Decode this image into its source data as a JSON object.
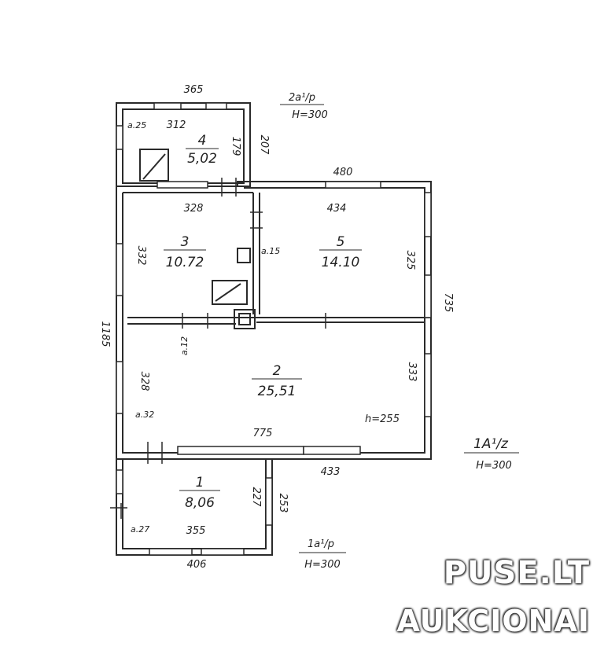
{
  "rooms": [
    {
      "number": "4",
      "area": "5,02"
    },
    {
      "number": "3",
      "area": "10.72"
    },
    {
      "number": "5",
      "area": "14.10"
    },
    {
      "number": "2",
      "area": "25,51"
    },
    {
      "number": "1",
      "area": "8,06"
    }
  ],
  "dimensions": {
    "top_width_small": "365",
    "inner_312": "312",
    "d_179": "179",
    "d_207": "207",
    "d_480": "480",
    "d_328_top": "328",
    "d_434": "434",
    "d_332": "332",
    "d_325": "325",
    "d_735": "735",
    "d_1185": "1185",
    "d_328_left": "328",
    "d_333": "333",
    "d_775": "775",
    "d_433": "433",
    "d_227": "227",
    "d_253": "253",
    "d_355": "355",
    "d_406": "406"
  },
  "notes": {
    "a025": "a.25",
    "a015": "a.15",
    "a012": "a.12",
    "a032": "a.32",
    "a027": "a.27",
    "h255": "h=255"
  },
  "wing_labels": [
    {
      "code": "2a¹/p",
      "height": "H=300"
    },
    {
      "code": "1A¹/z",
      "height": "H=300"
    },
    {
      "code": "1a¹/p",
      "height": "H=300"
    }
  ],
  "watermark": {
    "line1": "PUSE.LT",
    "line2": "AUKCIONAI"
  }
}
